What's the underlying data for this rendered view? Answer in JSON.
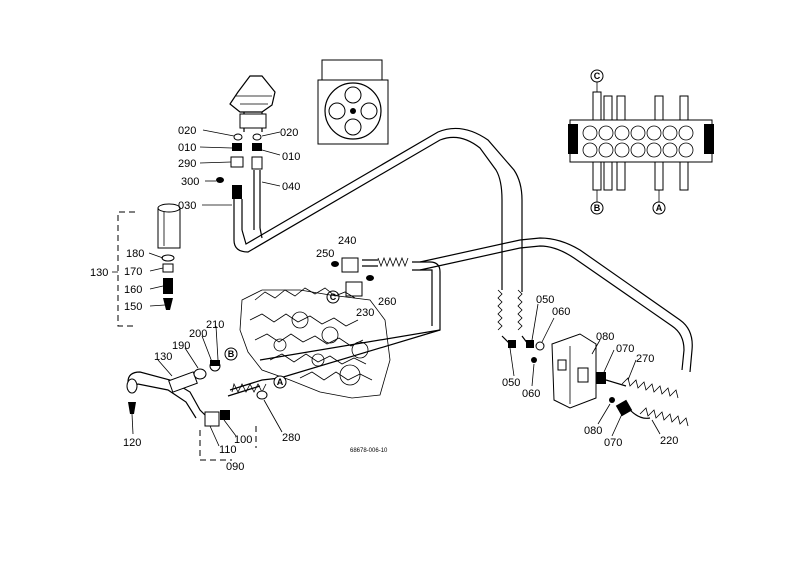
{
  "diagram": {
    "drawing_number": "68678-006-10",
    "parts": {
      "p020_a": "020",
      "p020_b": "020",
      "p010_a": "010",
      "p010_b": "010",
      "p290": "290",
      "p300": "300",
      "p030": "030",
      "p040": "040",
      "p180": "180",
      "p170": "170",
      "p160": "160",
      "p150": "150",
      "p130_a": "130",
      "p250": "250",
      "p240": "240",
      "p230": "230",
      "p260": "260",
      "p200": "200",
      "p210": "210",
      "p190": "190",
      "p130_b": "130",
      "p120": "120",
      "p110": "110",
      "p100": "100",
      "p090": "090",
      "p280": "280",
      "p050_a": "050",
      "p060_a": "060",
      "p050_b": "050",
      "p060_b": "060",
      "p080_a": "080",
      "p070_a": "070",
      "p270": "270",
      "p080_b": "080",
      "p070_b": "070",
      "p220": "220"
    },
    "connectors": {
      "c_top": "C",
      "b_top": "B",
      "a_top": "A",
      "c_mid": "C",
      "b_mid": "B",
      "a_mid": "A"
    }
  }
}
